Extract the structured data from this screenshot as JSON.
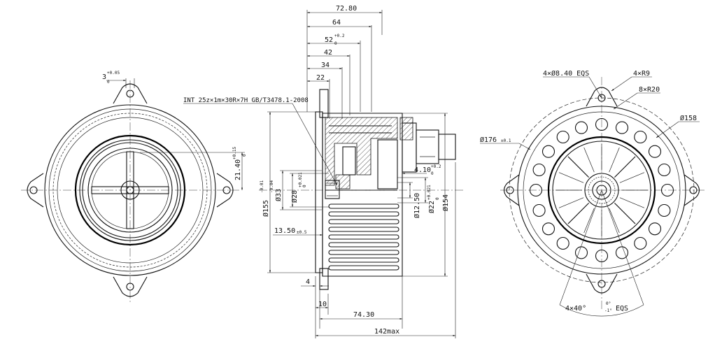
{
  "views": {
    "front": {
      "labels": {
        "notch_width": "3",
        "notch_tol_up": "+0.05",
        "notch_tol_low": "0",
        "offset": "21.40",
        "offset_tol_up": "+0.15",
        "offset_tol_low": "0"
      }
    },
    "section": {
      "labels": {
        "w_72_80": "72.80",
        "w_64": "64",
        "w_52": "52",
        "w_52_tol_up": "+0.2",
        "w_52_tol_low": "0",
        "w_42": "42",
        "w_34": "34",
        "w_22": "22",
        "spline": "INT 25z×1m×30R×7H GB/T3478.1-2008",
        "d155": "Ø155",
        "d155_tol_up": "-0.01",
        "d155_tol_low": "-0.04",
        "d33": "Ø33",
        "d28": "Ø28",
        "d28_tol_up": "+0.021",
        "d28_tol_low": "0",
        "d12": "Ø12.50",
        "d22": "Ø22",
        "d22_tol_up": "+0.021",
        "d22_tol_low": "0",
        "d154": "Ø154",
        "w_4_10": "4.10",
        "w_4_10_tol_up": "+0.2",
        "w_4_10_tol_low": "0",
        "w_13_50": "13.50",
        "w_13_50_tol": "±0.5",
        "w_4": "4",
        "w_10": "10",
        "w_74_30": "74.30",
        "w_142": "142max"
      }
    },
    "rear": {
      "labels": {
        "holes": "4×Ø8.40 EQS",
        "r9": "4×R9",
        "r20": "8×R20",
        "d158": "Ø158",
        "d176": "Ø176",
        "d176_tol": "±0.1",
        "angle": "4×40°",
        "angle_tol_up": "0°",
        "angle_tol_low": "-1°",
        "angle_eqs": "EQS"
      }
    }
  }
}
